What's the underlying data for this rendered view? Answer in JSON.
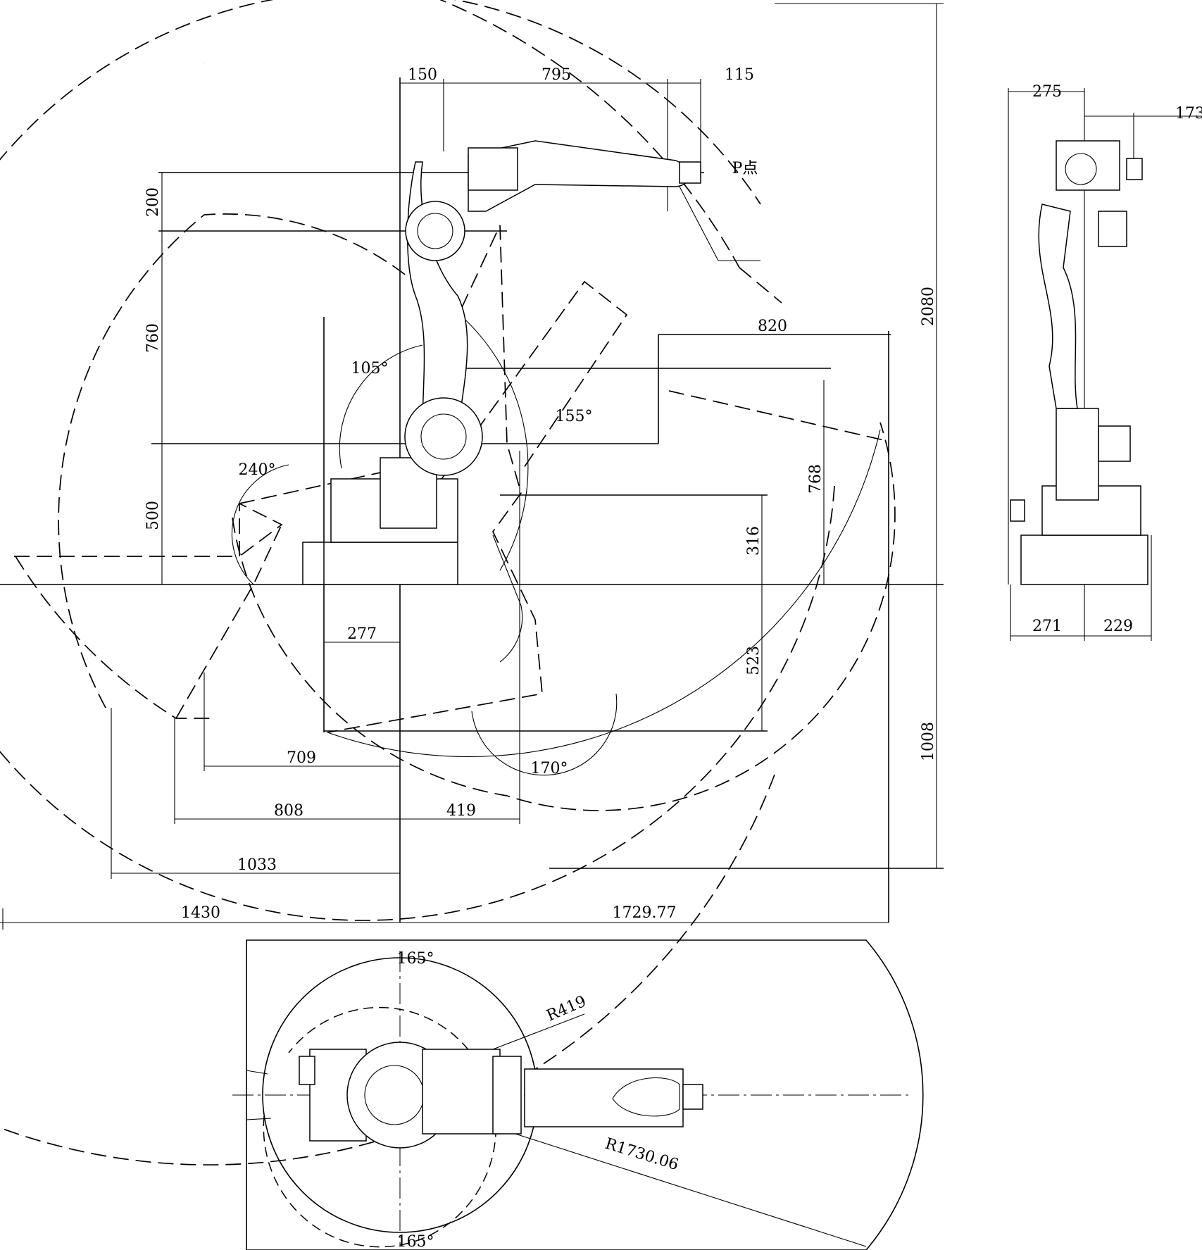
{
  "side_view": {
    "top_offsets": [
      "150",
      "795",
      "115"
    ],
    "left_heights": [
      "200",
      "760",
      "500"
    ],
    "p_point_label": "P点",
    "total_height": "2080",
    "reach_820": "820",
    "height_768": "768",
    "height_316": "316",
    "depth_523": "523",
    "depth_1008": "1008",
    "angle_j2_back": "105°",
    "angle_j2_forward": "155°",
    "angle_j3": "240°",
    "angle_j5": "170°",
    "horizontal_dims": [
      "277",
      "709",
      "808",
      "419",
      "1033"
    ],
    "reach_back": "1430",
    "reach_front": "1729.77"
  },
  "end_view": {
    "top_dims": [
      "275",
      "173"
    ],
    "bottom_dims": [
      "271",
      "229"
    ]
  },
  "top_view": {
    "angle_top": "165°",
    "angle_bottom": "165°",
    "radius_small": "R419",
    "radius_large": "R1730.06"
  }
}
